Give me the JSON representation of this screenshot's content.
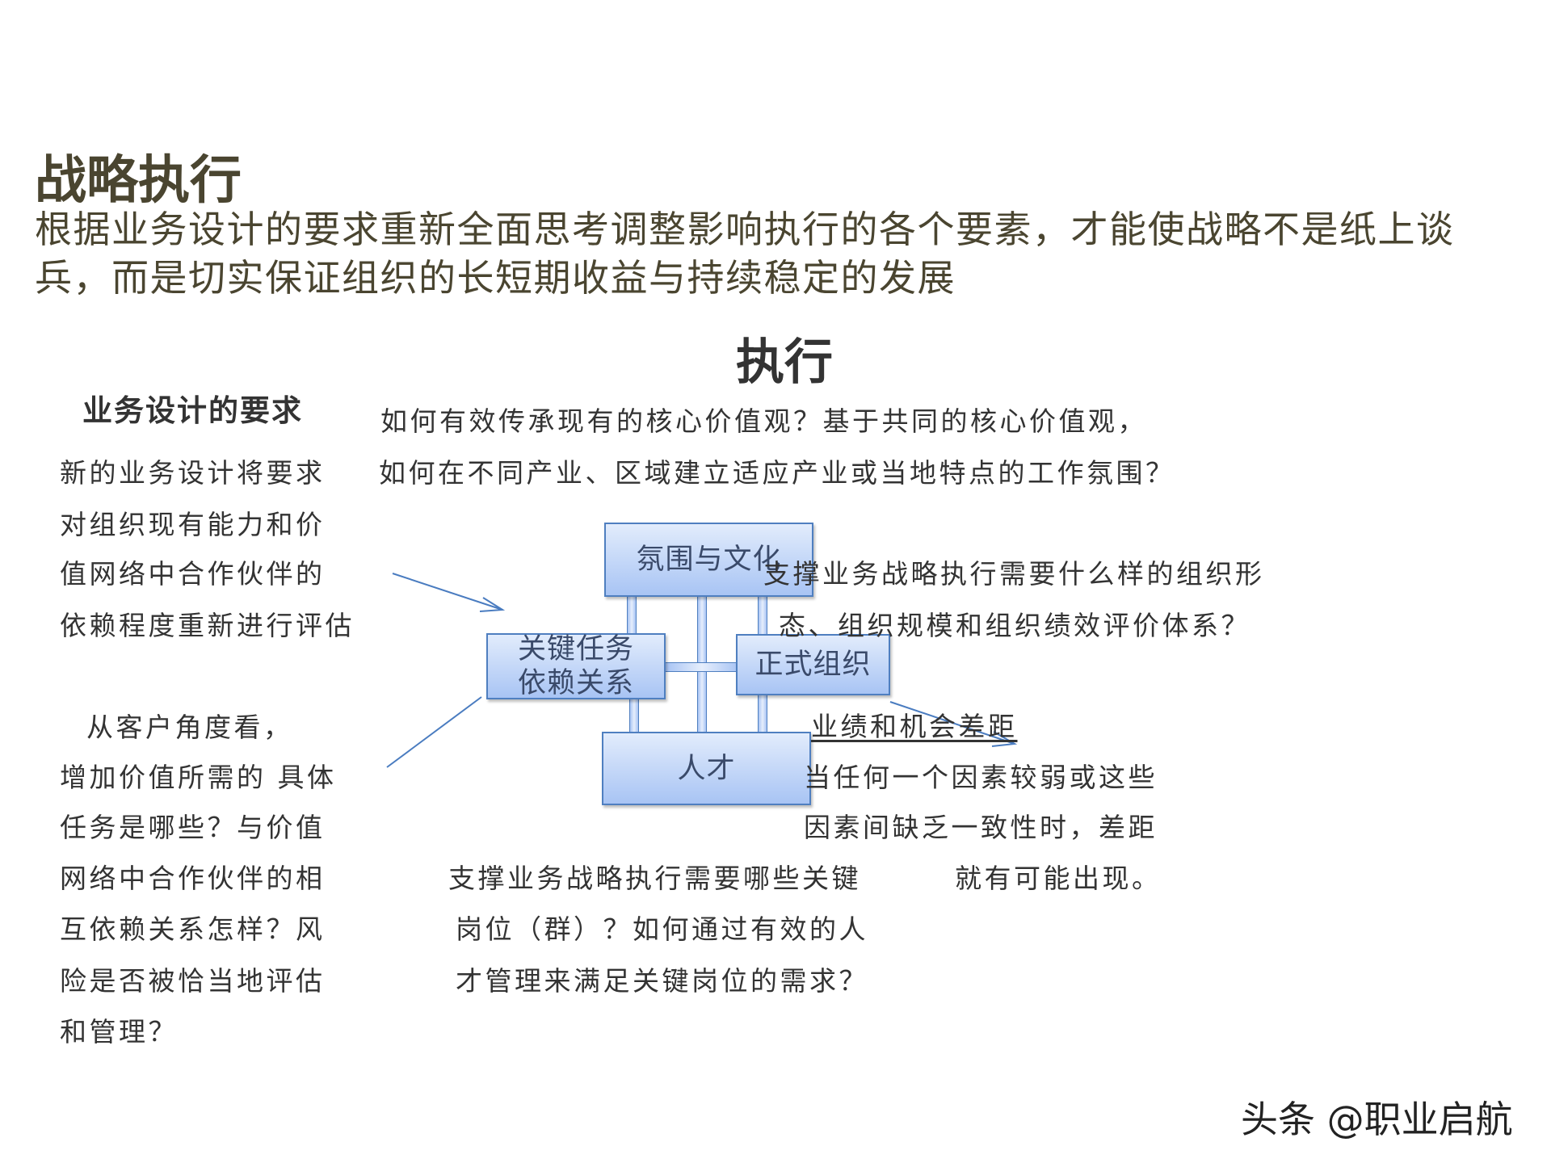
{
  "title": "战略执行",
  "subtitle": [
    "根据业务设计的要求重新全面思考调整影响执行的各个要素，才能使战略不是纸上谈",
    "兵，而是切实保证组织的长短期收益与持续稳定的发展"
  ],
  "center_title": "执行",
  "left_top": {
    "heading": "业务设计的要求",
    "lines": [
      "新的业务设计将要求",
      "对组织现有能力和价",
      "值网络中合作伙伴的",
      "依赖程度重新进行评估"
    ]
  },
  "left_bottom": {
    "heading": "从客户角度看，",
    "lines": [
      "增加价值所需的 具体",
      "任务是哪些？与价值",
      "网络中合作伙伴的相",
      "互依赖关系怎样？风",
      "险是否被恰当地评估",
      "和管理？"
    ]
  },
  "top_mid": [
    "如何有效传承现有的核心价值观？基于共同的核心价值观，",
    "如何在不同产业、区域建立适应产业或当地特点的工作氛围？"
  ],
  "right_top": [
    "支撑业务战略执行需要什么样的组织形",
    "态、组织规模和组织绩效评价体系？"
  ],
  "gap": {
    "heading": "业绩和机会差距",
    "lines": [
      "当任何一个因素较弱或这些",
      "因素间缺乏一致性时，差距",
      "就有可能出现。"
    ]
  },
  "bottom_mid": [
    "支撑业务战略执行需要哪些关键",
    "岗位（群）？如何通过有效的人",
    "才管理来满足关键岗位的需求？"
  ],
  "boxes": {
    "culture": "氛围与文化",
    "tasks_1": "关键任务",
    "tasks_2": "依赖关系",
    "org": "正式组织",
    "talent": "人才"
  },
  "watermark": "头条 @职业启航",
  "colors": {
    "title": "#4a4530",
    "box_border": "#4f7fc0",
    "box_fill": "#a8c4f4",
    "arrow": "#4a7cc0"
  }
}
